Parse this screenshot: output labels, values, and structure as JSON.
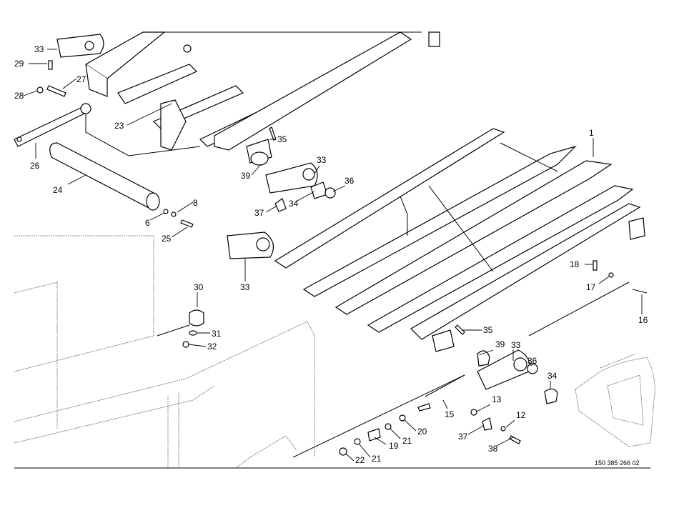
{
  "diagram": {
    "part_labels": [
      "33",
      "29",
      "27",
      "28",
      "23",
      "26",
      "24",
      "6",
      "8",
      "25",
      "35",
      "39",
      "33",
      "36",
      "34",
      "37",
      "1",
      "33",
      "18",
      "17",
      "16",
      "30",
      "31",
      "32",
      "35",
      "39",
      "33",
      "36",
      "34",
      "13",
      "12",
      "15",
      "20",
      "21",
      "19",
      "21",
      "22",
      "37",
      "38"
    ],
    "drawing_number": "150 385 266 02"
  }
}
